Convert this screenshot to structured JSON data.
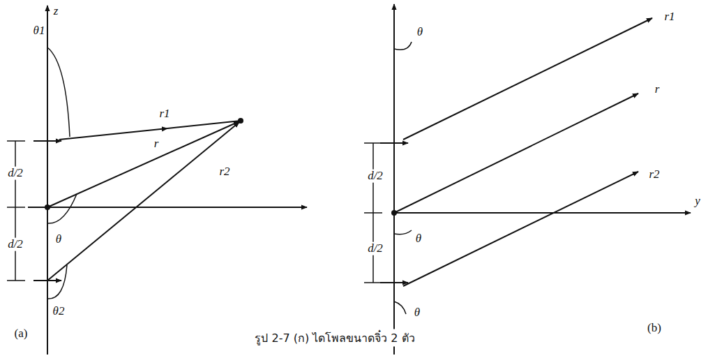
{
  "diagram": {
    "caption": "รูป 2-7 (ก) ไดโพลขนาดจิ๋ว 2 ตัว",
    "labels": [
      "z",
      "θ1",
      "r1",
      "d/2",
      "r",
      "θ",
      "d/2",
      "θ2",
      "r2",
      "(a)",
      "r1",
      "θ",
      "d/2",
      "r",
      "θ",
      "d/2",
      "θ",
      "r2",
      "y",
      "(b)"
    ]
  }
}
